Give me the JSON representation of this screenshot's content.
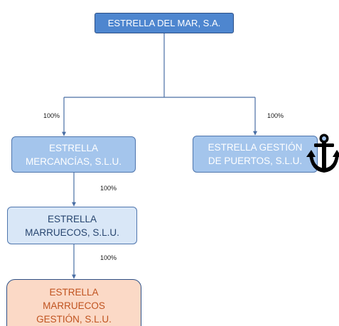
{
  "org_chart": {
    "root": {
      "label": "ESTRELLA DEL MAR, S.A."
    },
    "subsidiaries": [
      {
        "label": "ESTRELLA\nMERCANCÍAS, S.L.U.",
        "ownership": "100%",
        "fill": "#a4c5ec"
      },
      {
        "label": "ESTRELLA GESTIÓN\nDE PUERTOS, S.L.U.",
        "ownership": "100%",
        "fill": "#a4c5ec",
        "icon": "anchor-icon"
      },
      {
        "label": "ESTRELLA\nMARRUECOS, S.L.U.",
        "ownership": "100%",
        "fill": "#d9e7f7"
      },
      {
        "label": "ESTRELLA\nMARRUECOS\nGESTIÓN, S.L.U.",
        "ownership": "100%",
        "fill": "#fbd9c6"
      }
    ]
  },
  "colors": {
    "root_fill": "#4e86cf",
    "connector": "#4a6fa5",
    "highlight_text": "#c0531f"
  }
}
